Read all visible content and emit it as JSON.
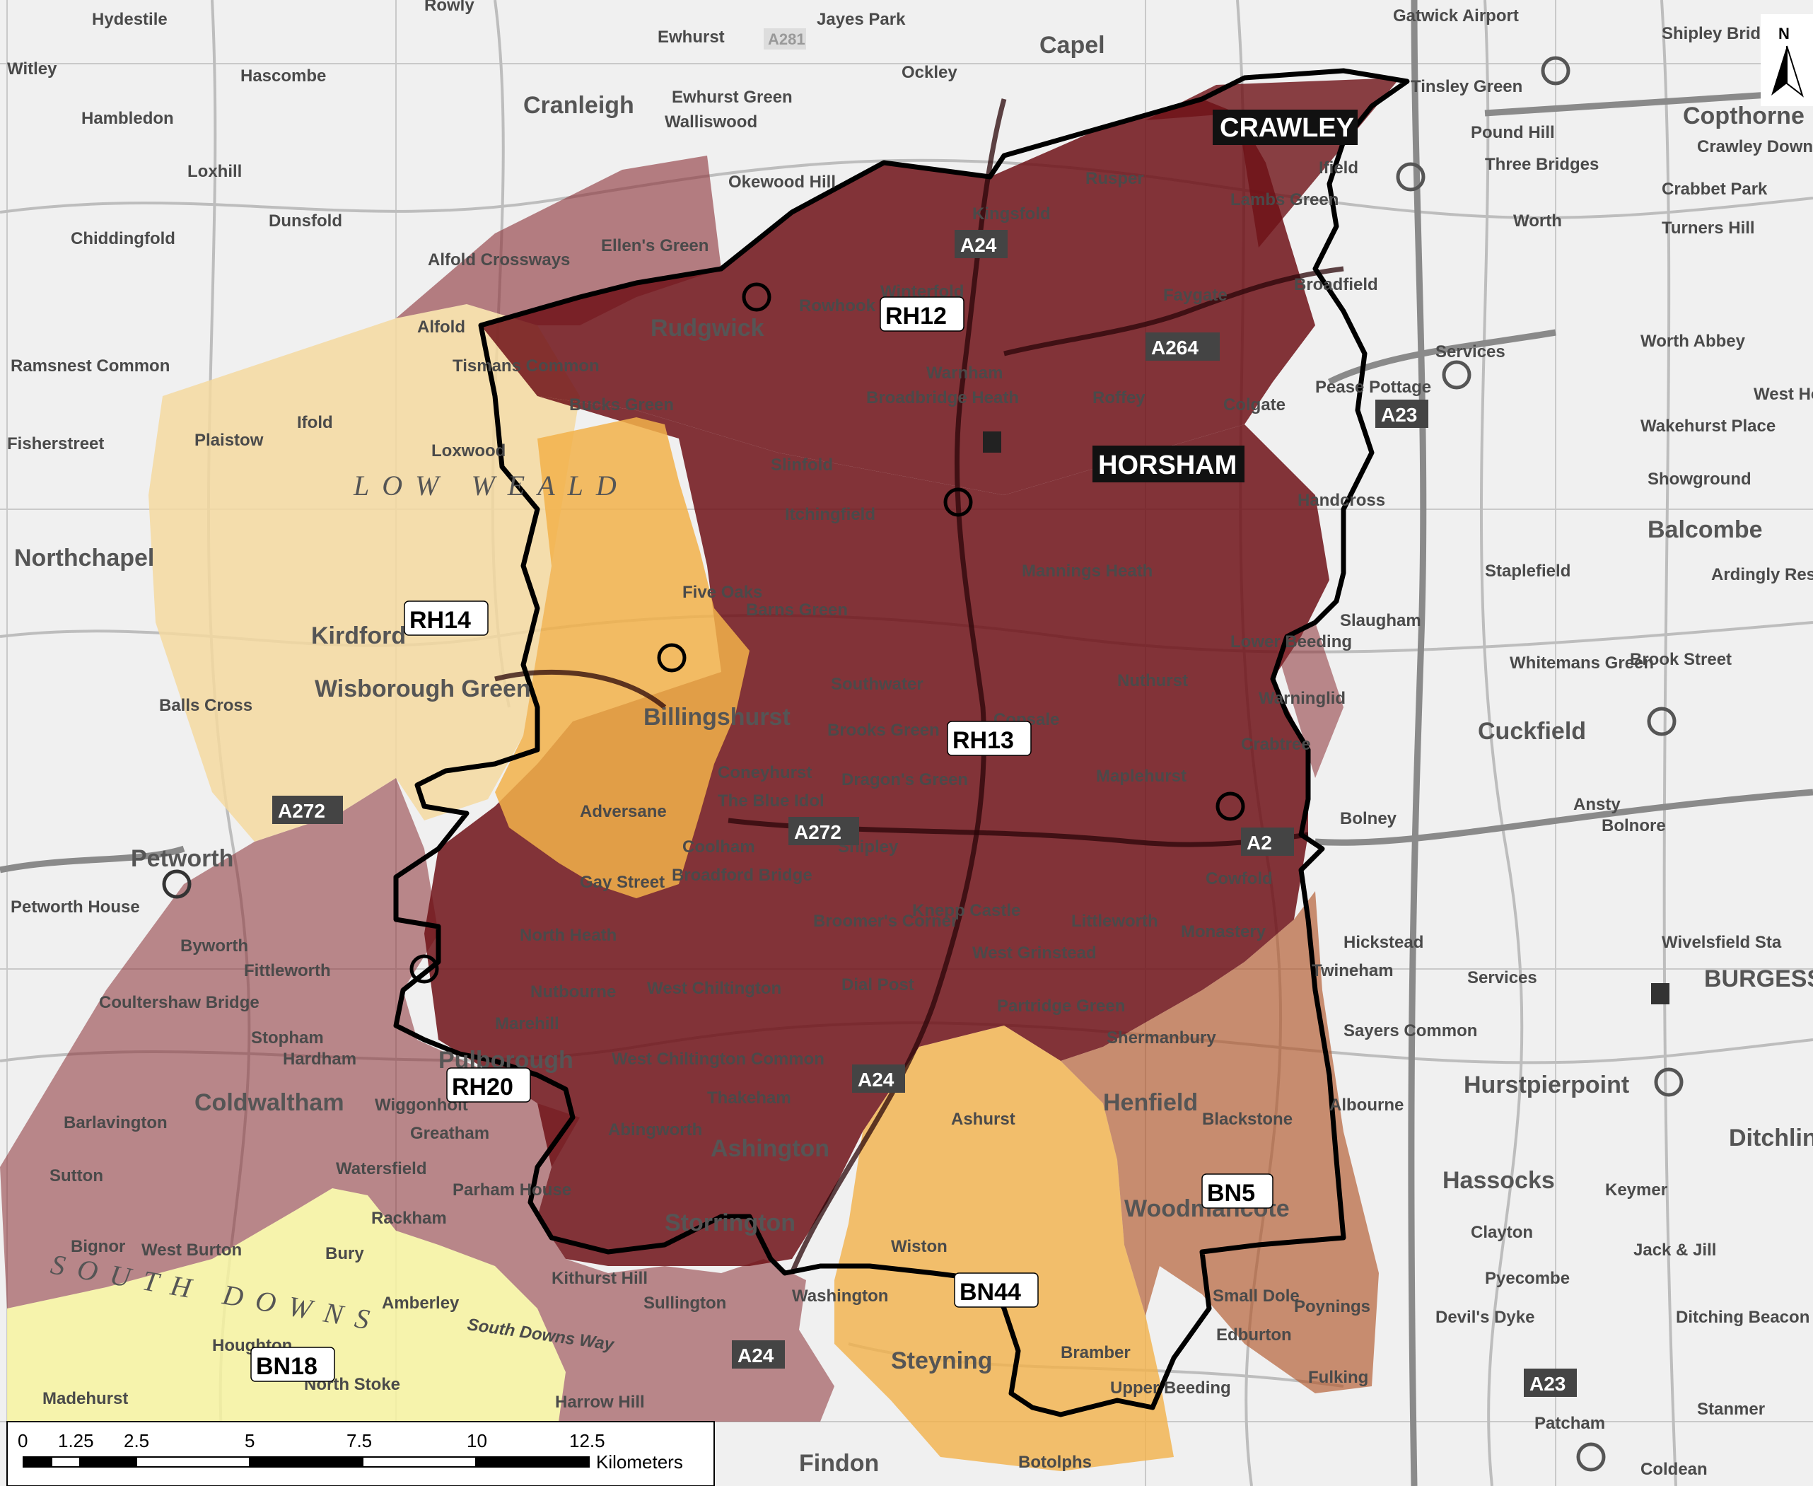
{
  "postcode_districts": [
    {
      "code": "RH12",
      "color": "#6e1217",
      "opacity": 0.85
    },
    {
      "code": "RH13",
      "color": "#6e1217",
      "opacity": 0.85
    },
    {
      "code": "RH14",
      "color": "#f5d9a0",
      "opacity": 0.8
    },
    {
      "code": "RH20",
      "color": "#8b2f35",
      "opacity": 0.6
    },
    {
      "code": "BN5",
      "color": "#b0562a",
      "opacity": 0.65
    },
    {
      "code": "BN44",
      "color": "#f2b24a",
      "opacity": 0.75
    },
    {
      "code": "BN18",
      "color": "#f7f3a0",
      "opacity": 0.85
    }
  ],
  "highlight_areas": {
    "billingshurst_zone_color": "#f2b24a"
  },
  "towns": [
    {
      "name": "CRAWLEY"
    },
    {
      "name": "HORSHAM"
    }
  ],
  "places": [
    "Hydestile",
    "Witley",
    "Hascombe",
    "Hambledon",
    "Loxhill",
    "Chiddingfold",
    "Dunsfold",
    "Cranleigh",
    "Ewhurst",
    "Ewhurst Green",
    "Walliswood",
    "Okewood Hill",
    "Capel",
    "Ockley",
    "Jayes Park",
    "Rusper",
    "Kingsfold",
    "Lambs Green",
    "Faygate",
    "Winterfold",
    "Rowhook",
    "Rudgwick",
    "Broadfield",
    "Warnham",
    "Broadbridge Heath",
    "Roffey",
    "Colgate",
    "Pease Pottage",
    "Bucks Green",
    "Slinfold",
    "Itchingfield",
    "Mannings Heath",
    "Handcross",
    "Five Oaks",
    "Barns Green",
    "Billingshurst",
    "Southwater",
    "Brooks Green",
    "Copsale",
    "Nuthurst",
    "Lower Beeding",
    "Warninglid",
    "Coneyhurst",
    "The Blue Idol",
    "Dragon's Green",
    "Maplehurst",
    "Crabtree",
    "Adversane",
    "Coolham",
    "Shipley",
    "Broadford Bridge",
    "Gay Street",
    "Broomer's Corner",
    "Knepp Castle",
    "Littleworth",
    "Cowfold",
    "Monastery",
    "West Grinstead",
    "Dial Post",
    "Partridge Green",
    "Shermanbury",
    "Henfield",
    "Blackstone",
    "Ashurst",
    "Woodmancote",
    "Wiston",
    "Washington",
    "Steyning",
    "Bramber",
    "Upper Beeding",
    "Small Dole",
    "Edburton",
    "Poynings",
    "Fulking",
    "Nutbourne",
    "West Chiltington",
    "West Chiltington Common",
    "Thakeham",
    "Abingworth",
    "Ashington",
    "Storrington",
    "Sullington",
    "Marehill",
    "North Heath",
    "Pulborough",
    "Fittleworth",
    "Coldwaltham",
    "Wiggonholt",
    "Greatham",
    "Watersfield",
    "Bignor",
    "West Burton",
    "Bury",
    "Amberley",
    "Houghton",
    "North Stoke",
    "Madehurst",
    "Rackham",
    "Parham House",
    "Kithurst Hill",
    "Harrow Hill",
    "Findon",
    "Botolphs",
    "Petworth",
    "Petworth House",
    "Byworth",
    "Coultershaw Bridge",
    "Barlavington",
    "Sutton",
    "Stopham",
    "Hardham",
    "Balls Cross",
    "Kirdford",
    "Wisborough Green",
    "Plaistow",
    "Ifold",
    "Loxwood",
    "Northchapel",
    "Fisherstreet",
    "Ramsnest Common",
    "Alfold",
    "Alfold Crossways",
    "Ellen's Green",
    "Tismans Common",
    "Rowly",
    "Gatwick Airport",
    "Tinsley Green",
    "Pound Hill",
    "Three Bridges",
    "Worth",
    "Copthorne",
    "Crawley Down",
    "Crabbet Park",
    "Turners Hill",
    "Shipley Bridge",
    "Ifield",
    "Worth Abbey",
    "Wakehurst Place",
    "Showground",
    "West Hoathly",
    "Balcombe",
    "Staplefield",
    "Ardingly Reservoir",
    "Slaugham",
    "Whitemans Green",
    "Brook Street",
    "Cuckfield",
    "Bolney",
    "Ansty",
    "Bolnore",
    "Hickstead",
    "Twineham",
    "Sayers Common",
    "Albourne",
    "Wivelsfield Sta",
    "BURGESS HILL",
    "Hurstpierpoint",
    "Ditchling",
    "Hassocks",
    "Keymer",
    "Clayton",
    "Pyecombe",
    "Jack & Jill",
    "Devil's Dyke",
    "Ditching Beacon",
    "Patcham",
    "Stanmer",
    "Coldean"
  ],
  "area_labels": [
    "LOW WEALD",
    "SOUTH DOWNS"
  ],
  "trail_labels": [
    "South Downs Way"
  ],
  "roads": [
    {
      "label": "A24"
    },
    {
      "label": "A264"
    },
    {
      "label": "A23"
    },
    {
      "label": "A272"
    },
    {
      "label": "A272"
    },
    {
      "label": "A24"
    },
    {
      "label": "A24"
    },
    {
      "label": "A23"
    },
    {
      "label": "A281"
    },
    {
      "label": "A2"
    }
  ],
  "services_labels": [
    "Services",
    "Services"
  ],
  "scale_bar": {
    "ticks": [
      "0",
      "1.25",
      "2.5",
      "5",
      "7.5",
      "10",
      "12.5"
    ],
    "unit": "Kilometers"
  },
  "north_arrow": {
    "label": "N"
  }
}
